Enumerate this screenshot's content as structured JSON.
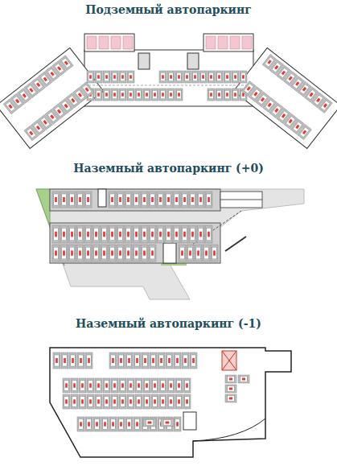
{
  "diagram": {
    "labels": [
      "Подземный автопаркинг",
      "Наземный автопаркинг (+0)",
      "Наземный автопаркинг (-1)"
    ]
  }
}
